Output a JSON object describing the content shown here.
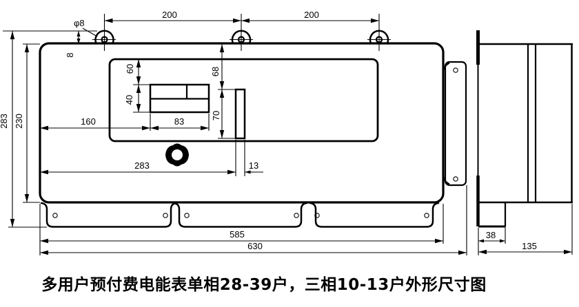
{
  "title": "多用户预付费电能表单相28-39户，三相10-13户外形尺寸图",
  "dims": {
    "ear_spacing_left": "200",
    "ear_spacing_right": "200",
    "hole_diameter": "φ8",
    "ear_height": "8",
    "total_height": "283",
    "body_height": "230",
    "window_top_offset": "60",
    "window_height": "40",
    "slot_top_offset": "68",
    "slot_height": "70",
    "window_left_offset": "160",
    "window_width": "83",
    "slot_left_offset": "283",
    "slot_width": "13",
    "body_width": "585",
    "total_width": "630",
    "step_depth": "38",
    "total_depth": "135"
  },
  "colors": {
    "line": "#000000",
    "background": "#ffffff"
  }
}
